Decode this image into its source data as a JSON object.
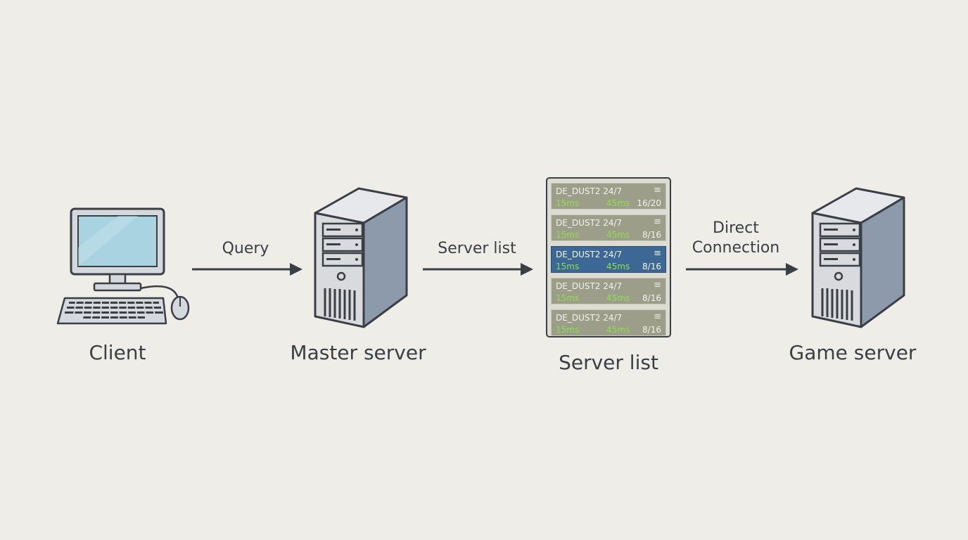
{
  "nodes": {
    "client": "Client",
    "master": "Master server",
    "list": "Server list",
    "game": "Game server"
  },
  "edges": {
    "query": "Query",
    "server_list": "Server list",
    "direct_line1": "Direct",
    "direct_line2": "Connection"
  },
  "server_rows": [
    {
      "name": "DE_DUST2 24/7",
      "ping1": "15ms",
      "ping2": "45ms",
      "players": "16/20",
      "selected": false
    },
    {
      "name": "DE_DUST2 24/7",
      "ping1": "15ms",
      "ping2": "45ms",
      "players": "8/16",
      "selected": false
    },
    {
      "name": "DE_DUST2 24/7",
      "ping1": "15ms",
      "ping2": "45ms",
      "players": "8/16",
      "selected": true
    },
    {
      "name": "DE_DUST2 24/7",
      "ping1": "15ms",
      "ping2": "45ms",
      "players": "8/16",
      "selected": false
    },
    {
      "name": "DE_DUST2 24/7",
      "ping1": "15ms",
      "ping2": "45ms",
      "players": "8/16",
      "selected": false
    }
  ],
  "colors": {
    "background": "#efede8",
    "stroke": "#3a3f45",
    "screen": "#a9d3e0",
    "tower_front": "#d8dade",
    "tower_side": "#8d9aac",
    "row": "#9c9e8a",
    "row_selected": "#3d6896",
    "ping": "#8ee04c"
  }
}
